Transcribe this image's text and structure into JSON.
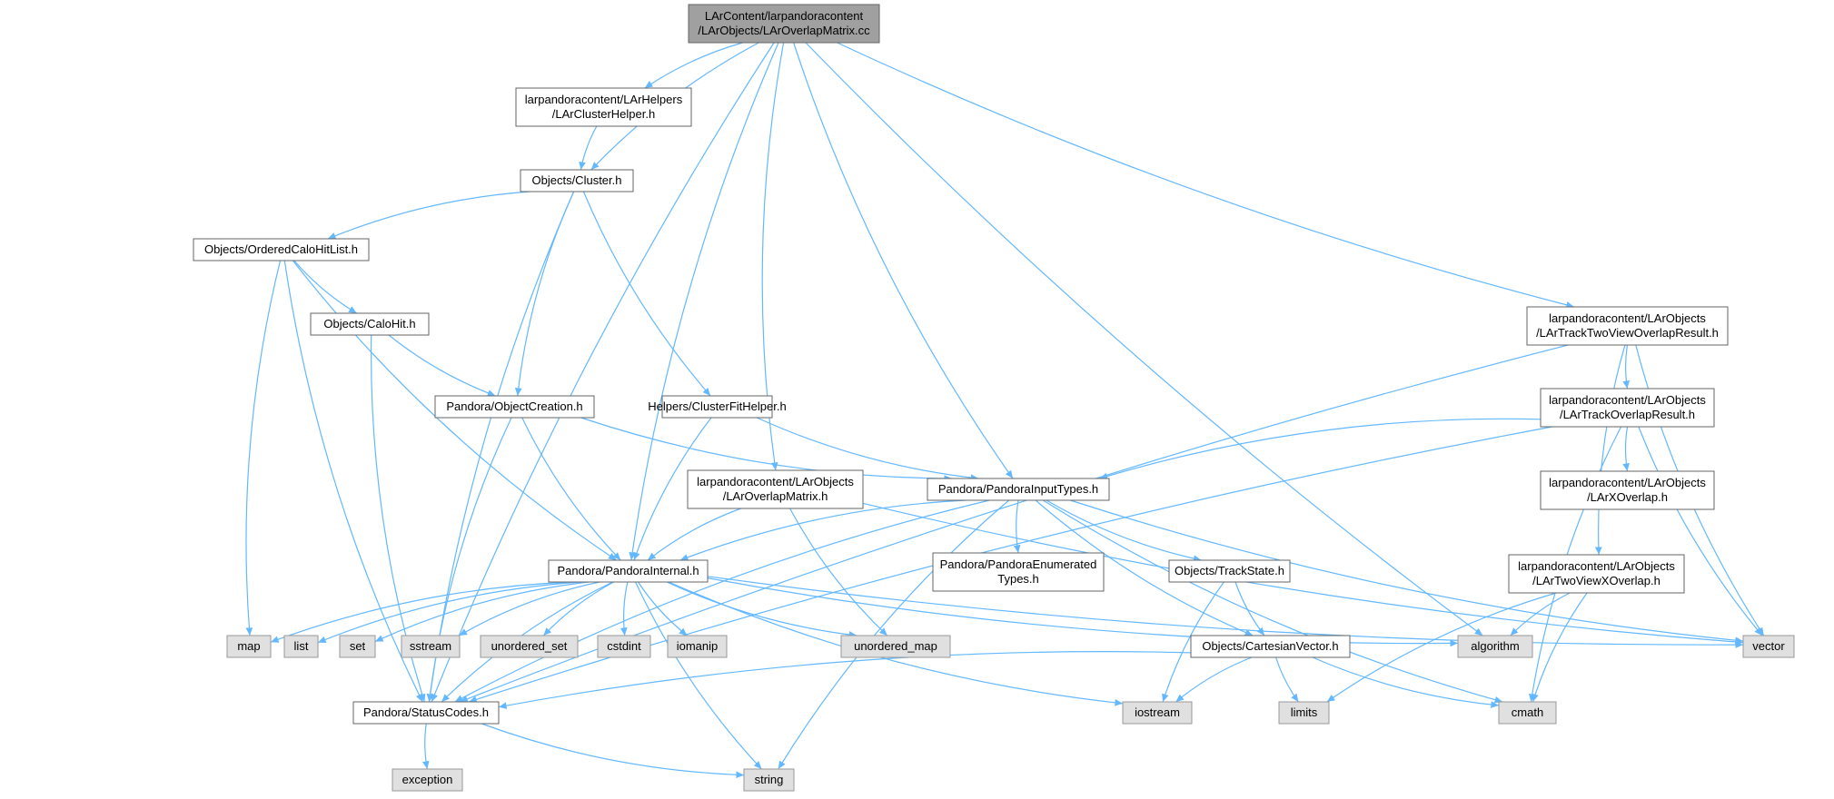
{
  "colors": {
    "edge": "#63b8ff",
    "root_fill": "#a0a0a0",
    "root_stroke": "#666666",
    "header_fill": "#ffffff",
    "header_stroke": "#666666",
    "system_fill": "#e0e0e0",
    "system_stroke": "#999999"
  },
  "nodes": [
    {
      "id": "root",
      "kind": "root",
      "lines": [
        "LArContent/larpandoracontent",
        "/LArObjects/LArOverlapMatrix.cc"
      ]
    },
    {
      "id": "clusterhelper",
      "kind": "header",
      "lines": [
        "larpandoracontent/LArHelpers",
        "/LArClusterHelper.h"
      ]
    },
    {
      "id": "cluster",
      "kind": "header",
      "lines": [
        "Objects/Cluster.h"
      ]
    },
    {
      "id": "orderedcalohitlist",
      "kind": "header",
      "lines": [
        "Objects/OrderedCaloHitList.h"
      ]
    },
    {
      "id": "calohit",
      "kind": "header",
      "lines": [
        "Objects/CaloHit.h"
      ]
    },
    {
      "id": "objectcreation",
      "kind": "header",
      "lines": [
        "Pandora/ObjectCreation.h"
      ]
    },
    {
      "id": "clusterfithelper",
      "kind": "header",
      "lines": [
        "Helpers/ClusterFitHelper.h"
      ]
    },
    {
      "id": "overlapmatrix_h",
      "kind": "header",
      "lines": [
        "larpandoracontent/LArObjects",
        "/LArOverlapMatrix.h"
      ]
    },
    {
      "id": "pandorainputtypes",
      "kind": "header",
      "lines": [
        "Pandora/PandoraInputTypes.h"
      ]
    },
    {
      "id": "pandorainternal",
      "kind": "header",
      "lines": [
        "Pandora/PandoraInternal.h"
      ]
    },
    {
      "id": "enumeratedtypes",
      "kind": "header",
      "lines": [
        "Pandora/PandoraEnumerated",
        "Types.h"
      ]
    },
    {
      "id": "trackstate",
      "kind": "header",
      "lines": [
        "Objects/TrackState.h"
      ]
    },
    {
      "id": "cartesianvector",
      "kind": "header",
      "lines": [
        "Objects/CartesianVector.h"
      ]
    },
    {
      "id": "statuscodes",
      "kind": "header",
      "lines": [
        "Pandora/StatusCodes.h"
      ]
    },
    {
      "id": "tracktwoviewoverlapresult",
      "kind": "header",
      "lines": [
        "larpandoracontent/LArObjects",
        "/LArTrackTwoViewOverlapResult.h"
      ]
    },
    {
      "id": "trackoverlapresult",
      "kind": "header",
      "lines": [
        "larpandoracontent/LArObjects",
        "/LArTrackOverlapResult.h"
      ]
    },
    {
      "id": "xoverlap",
      "kind": "header",
      "lines": [
        "larpandoracontent/LArObjects",
        "/LArXOverlap.h"
      ]
    },
    {
      "id": "twoviewxoverlap",
      "kind": "header",
      "lines": [
        "larpandoracontent/LArObjects",
        "/LArTwoViewXOverlap.h"
      ]
    },
    {
      "id": "map",
      "kind": "system",
      "lines": [
        "map"
      ]
    },
    {
      "id": "list",
      "kind": "system",
      "lines": [
        "list"
      ]
    },
    {
      "id": "set",
      "kind": "system",
      "lines": [
        "set"
      ]
    },
    {
      "id": "sstream",
      "kind": "system",
      "lines": [
        "sstream"
      ]
    },
    {
      "id": "unordered_set",
      "kind": "system",
      "lines": [
        "unordered_set"
      ]
    },
    {
      "id": "cstdint",
      "kind": "system",
      "lines": [
        "cstdint"
      ]
    },
    {
      "id": "iomanip",
      "kind": "system",
      "lines": [
        "iomanip"
      ]
    },
    {
      "id": "unordered_map",
      "kind": "system",
      "lines": [
        "unordered_map"
      ]
    },
    {
      "id": "algorithm",
      "kind": "system",
      "lines": [
        "algorithm"
      ]
    },
    {
      "id": "vector",
      "kind": "system",
      "lines": [
        "vector"
      ]
    },
    {
      "id": "iostream",
      "kind": "system",
      "lines": [
        "iostream"
      ]
    },
    {
      "id": "limits",
      "kind": "system",
      "lines": [
        "limits"
      ]
    },
    {
      "id": "cmath",
      "kind": "system",
      "lines": [
        "cmath"
      ]
    },
    {
      "id": "exception",
      "kind": "system",
      "lines": [
        "exception"
      ]
    },
    {
      "id": "string",
      "kind": "system",
      "lines": [
        "string"
      ]
    }
  ],
  "edges": [
    [
      "root",
      "clusterhelper"
    ],
    [
      "root",
      "cluster"
    ],
    [
      "root",
      "pandorainternal"
    ],
    [
      "root",
      "overlapmatrix_h"
    ],
    [
      "root",
      "pandorainputtypes"
    ],
    [
      "root",
      "statuscodes"
    ],
    [
      "root",
      "algorithm"
    ],
    [
      "root",
      "tracktwoviewoverlapresult"
    ],
    [
      "clusterhelper",
      "cluster"
    ],
    [
      "cluster",
      "orderedcalohitlist"
    ],
    [
      "cluster",
      "objectcreation"
    ],
    [
      "cluster",
      "clusterfithelper"
    ],
    [
      "cluster",
      "statuscodes"
    ],
    [
      "orderedcalohitlist",
      "calohit"
    ],
    [
      "orderedcalohitlist",
      "map"
    ],
    [
      "orderedcalohitlist",
      "pandorainternal"
    ],
    [
      "orderedcalohitlist",
      "statuscodes"
    ],
    [
      "calohit",
      "objectcreation"
    ],
    [
      "calohit",
      "statuscodes"
    ],
    [
      "objectcreation",
      "pandorainternal"
    ],
    [
      "objectcreation",
      "pandorainputtypes"
    ],
    [
      "objectcreation",
      "statuscodes"
    ],
    [
      "clusterfithelper",
      "pandorainternal"
    ],
    [
      "clusterfithelper",
      "pandorainputtypes"
    ],
    [
      "overlapmatrix_h",
      "pandorainternal"
    ],
    [
      "overlapmatrix_h",
      "unordered_map"
    ],
    [
      "overlapmatrix_h",
      "vector"
    ],
    [
      "pandorainputtypes",
      "pandorainternal"
    ],
    [
      "pandorainputtypes",
      "enumeratedtypes"
    ],
    [
      "pandorainputtypes",
      "trackstate"
    ],
    [
      "pandorainputtypes",
      "cartesianvector"
    ],
    [
      "pandorainputtypes",
      "statuscodes"
    ],
    [
      "pandorainputtypes",
      "string"
    ],
    [
      "pandorainputtypes",
      "cmath"
    ],
    [
      "pandorainputtypes",
      "vector"
    ],
    [
      "pandorainternal",
      "map"
    ],
    [
      "pandorainternal",
      "list"
    ],
    [
      "pandorainternal",
      "set"
    ],
    [
      "pandorainternal",
      "sstream"
    ],
    [
      "pandorainternal",
      "unordered_set"
    ],
    [
      "pandorainternal",
      "cstdint"
    ],
    [
      "pandorainternal",
      "iomanip"
    ],
    [
      "pandorainternal",
      "unordered_map"
    ],
    [
      "pandorainternal",
      "algorithm"
    ],
    [
      "pandorainternal",
      "vector"
    ],
    [
      "pandorainternal",
      "string"
    ],
    [
      "pandorainternal",
      "iostream"
    ],
    [
      "pandorainternal",
      "statuscodes"
    ],
    [
      "trackstate",
      "cartesianvector"
    ],
    [
      "trackstate",
      "iostream"
    ],
    [
      "cartesianvector",
      "statuscodes"
    ],
    [
      "cartesianvector",
      "iostream"
    ],
    [
      "cartesianvector",
      "limits"
    ],
    [
      "cartesianvector",
      "cmath"
    ],
    [
      "statuscodes",
      "exception"
    ],
    [
      "statuscodes",
      "string"
    ],
    [
      "tracktwoviewoverlapresult",
      "trackoverlapresult"
    ],
    [
      "tracktwoviewoverlapresult",
      "twoviewxoverlap"
    ],
    [
      "tracktwoviewoverlapresult",
      "vector"
    ],
    [
      "tracktwoviewoverlapresult",
      "statuscodes"
    ],
    [
      "trackoverlapresult",
      "pandorainputtypes"
    ],
    [
      "trackoverlapresult",
      "xoverlap"
    ],
    [
      "trackoverlapresult",
      "vector"
    ],
    [
      "trackoverlapresult",
      "cmath"
    ],
    [
      "trackoverlapresult",
      "statuscodes"
    ],
    [
      "twoviewxoverlap",
      "algorithm"
    ],
    [
      "twoviewxoverlap",
      "cmath"
    ],
    [
      "twoviewxoverlap",
      "limits"
    ]
  ]
}
